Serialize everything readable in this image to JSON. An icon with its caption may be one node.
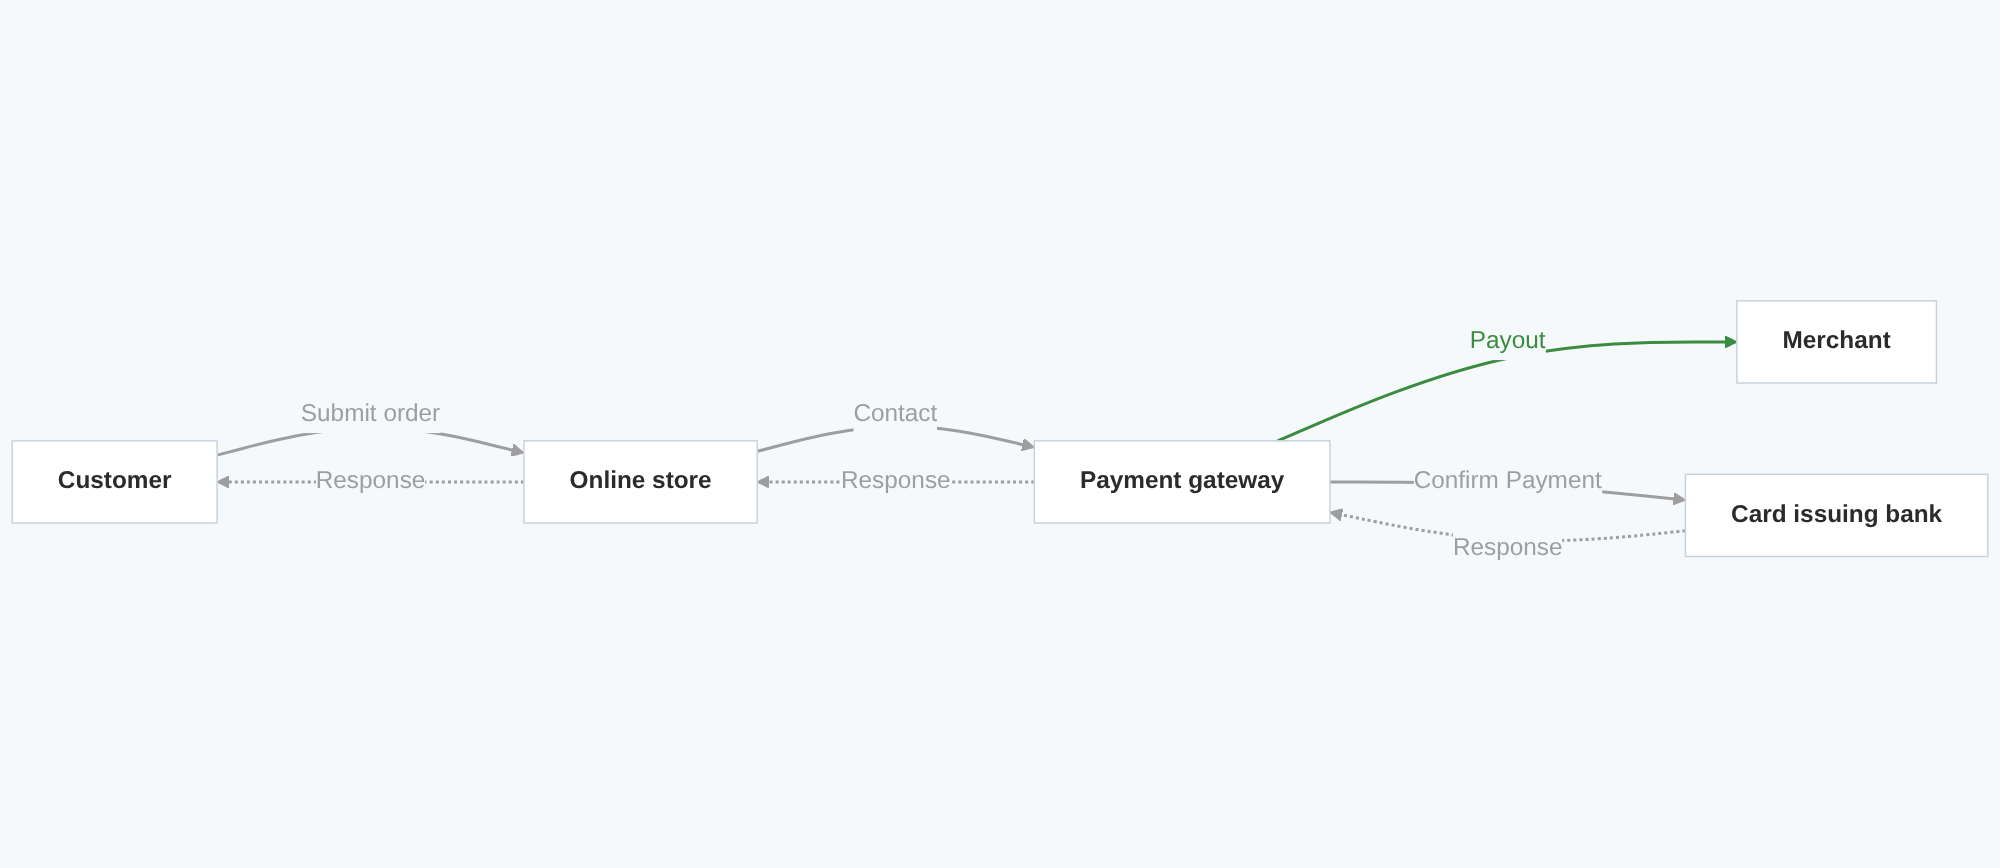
{
  "diagram": {
    "nodes": [
      {
        "text": [
          "Customer"
        ]
      },
      {
        "text": [
          "Online store"
        ]
      },
      {
        "text": [
          "Payment gateway"
        ]
      },
      {
        "text": [
          "Merchant"
        ]
      },
      {
        "text": [
          "Card issuing bank"
        ]
      }
    ],
    "edges": [
      {
        "from": 0,
        "to": 1,
        "arrow": "to",
        "label": "Submit order"
      },
      {
        "from": 1,
        "to": 0,
        "arrow": "to",
        "label": "Response",
        "style": "dashed"
      },
      {
        "from": 1,
        "to": 2,
        "arrow": "to",
        "label": "Contact"
      },
      {
        "from": 2,
        "to": 1,
        "arrow": "to",
        "label": "Response",
        "style": "dashed"
      },
      {
        "from": 2,
        "to": 3,
        "arrow": "to",
        "label": "Payout",
        "color": "#3a8c3f"
      },
      {
        "from": 4,
        "to": 2,
        "arrow": "to",
        "label": "Response",
        "style": "dashed"
      },
      {
        "from": 2,
        "to": 4,
        "arrow": "to",
        "label": "Confirm Payment"
      }
    ]
  }
}
